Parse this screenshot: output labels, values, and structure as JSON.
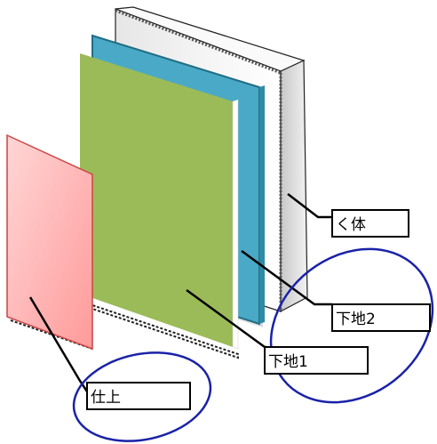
{
  "labels": {
    "kutai": "く体",
    "shitaji2": "下地2",
    "shitaji1": "下地1",
    "shiage": "仕上"
  },
  "colors": {
    "kutai_face": "#f0f0f0",
    "shitaji2_face": "#4aa9c6",
    "shitaji1_face": "#9bbb59",
    "shiage_face": "#ffb3b3",
    "ellipse_stroke": "#1a22a8"
  }
}
